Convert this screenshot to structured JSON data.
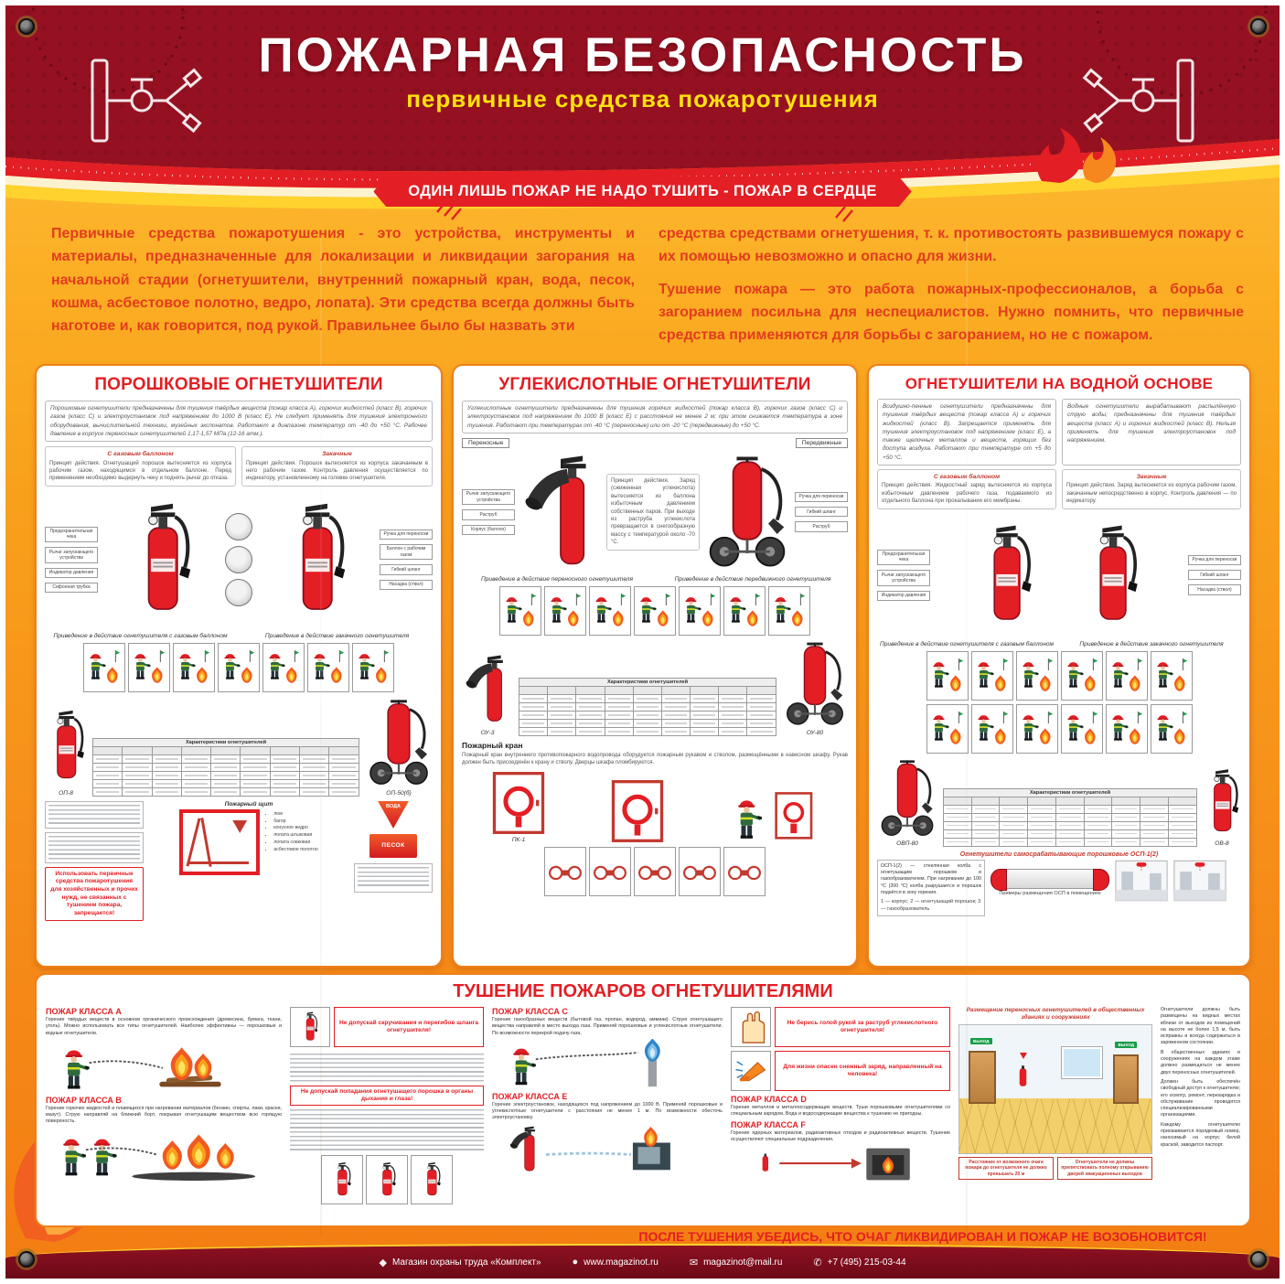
{
  "header": {
    "title": "ПОЖАРНАЯ БЕЗОПАСНОСТЬ",
    "subtitle": "первичные средства пожаротушения",
    "ribbon": "ОДИН ЛИШЬ ПОЖАР НЕ НАДО ТУШИТЬ - ПОЖАР В СЕРДЦЕ"
  },
  "intro": {
    "left": "Первичные средства пожаротушения - это устройства, инструменты и материалы, предназначенные для локализации и ликвидации загорания на начальной стадии (огнетушители, внутренний пожарный кран, вода, песок, кошма, асбестовое полотно, ведро, лопата).  Эти средства всегда должны быть наготове и, как говорится, под рукой. Правильнее было бы назвать эти",
    "right1": "средства средствами огнетушения, т. к. противостоять развившемуся пожару с их помощью невозможно и опасно для жизни.",
    "right2": "Тушение пожара — это работа пожарных-профессионалов, а борьба с загоранием посильна для неспециалистов. Нужно помнить, что первичные средства применяются для борьбы с загоранием, но не с пожаром."
  },
  "powder": {
    "title": "ПОРОШКОВЫЕ ОГНЕТУШИТЕЛИ",
    "intro": "Порошковые огнетушители предназначены для тушения твёрдых веществ (пожар класса А), горючих жидкостей (класс В), горючих газов (класс С) и электроустановок под напряжением до 1000 В (класс Е). Не следует применять для тушения электронного оборудования, вычислительной техники, музейных экспонатов. Работают в диапазоне температур от -40 до +50 °С. Рабочее давление в корпусе переносных огнетушителей 1,17-1,57 МПа (12-16 атм.).",
    "type_left": "С газовым баллоном",
    "type_right": "Закачные",
    "sub_left": "Принцип действия. Огнетушащий порошок вытесняется из корпуса рабочим газом, находящимся в отдельном баллоне. Перед применением необходимо выдернуть чеку и поднять рычаг до отказа.",
    "sub_right": "Принцип действия. Порошок вытесняется из корпуса закачанным в него рабочим газом. Контроль давления осуществляется по индикатору, установленному на головке огнетушителя.",
    "caption_left": "Приведение в действие огнетушителя с газовым баллоном",
    "caption_right": "Приведение в действие закачного огнетушителя",
    "model_left": "ОП-8",
    "model_right": "ОП-50(б)",
    "shield_title": "Пожарный щит",
    "shield_items": [
      "лом",
      "багор",
      "конусное ведро",
      "лопата штыковая",
      "лопата совковая",
      "асбестовое полотно"
    ],
    "water_label": "ВОДА",
    "sand_label": "ПЕСОК",
    "forbid": "Использовать первичные средства пожаротушения для хозяйственных и прочих нужд, не связанных с тушением пожара, запрещается!"
  },
  "co2": {
    "title": "УГЛЕКИСЛОТНЫЕ ОГНЕТУШИТЕЛИ",
    "intro": "Углекислотные огнетушители предназначены для тушения горючих жидкостей (пожар класса В), горючих газов (класс С) и электроустановок под напряжением до 1000 В (класс Е) с расстояния не менее 2 м; при этом снижается температура в зоне тушения. Работают при температурах от -40 °С (переносные) или от -20 °С (передвижные) до +50 °С.",
    "sub": "Принцип действия. Заряд (сжиженная углекислота) вытесняется из баллона избыточным давлением собственных паров. При выходе из раструба углекислота превращается в снегообразную массу с температурой около -70 °С.",
    "label_portable": "Переносные",
    "label_mobile": "Передвижные",
    "caption_left": "Приведение в действие переносного огнетушителя",
    "caption_right": "Приведение в действие передвижного огнетушителя",
    "model_left": "ОУ-3",
    "model_right": "ОУ-80",
    "crane_title": "Пожарный кран",
    "crane_text": "Пожарный кран внутреннего противопожарного водопровода оборудуется пожарным рукавом и стволом, размещёнными в навесном шкафу. Рукав должен быть присоединён к крану и стволу. Дверцы шкафа пломбируются.",
    "cabinet_label": "ПК-1"
  },
  "water": {
    "title": "ОГНЕТУШИТЕЛИ НА ВОДНОЙ ОСНОВЕ",
    "intro_left": "Воздушно-пенные огнетушители предназначены для тушения твёрдых веществ (пожар класса А) и горючих жидкостей (класс В). Запрещается применять для тушения электроустановок под напряжением (класс Е), а также щелочных металлов и веществ, горящих без доступа воздуха. Работают при температуре от +5 до +50 °С.",
    "intro_right": "Водные огнетушители вырабатывают распылённую струю воды; предназначены для тушения твёрдых веществ (класс А) и горючих жидкостей (класс В). Нельзя применять для тушения электроустановок под напряжением.",
    "type_left": "С газовым баллоном",
    "type_right": "Закачные",
    "sub_left": "Принцип действия. Жидкостный заряд вытесняется из корпуса избыточным давлением рабочего газа, подаваемого из отдельного баллона при прокалывании его мембраны.",
    "sub_right": "Принцип действия. Заряд вытесняется из корпуса рабочим газом, закачанным непосредственно в корпус. Контроль давления — по индикатору.",
    "caption_main": "Приведение в действие огнетушителя с газовым баллоном",
    "caption_right": "Приведение в действие закачного огнетушителя",
    "model_left": "ОВП-80",
    "model_right": "ОВ-8",
    "osp_title": "Огнетушители самосрабатывающие порошковые ОСП-1(2)",
    "osp_text": "ОСП-1(2) — стеклянная колба с огнетушащим порошком и газообразователем. При нагревании до 100 °С (200 °С) колба разрушается и порошок подаётся в зону горения.",
    "osp_legend": "1 — корпус;  2 — огнетушащий порошок;  3 — газообразователь",
    "osp_caption": "Примеры размещения ОСП в помещениях"
  },
  "tables": {
    "header": "Характеристики огнетушителей"
  },
  "callouts": {
    "c1": "Рычаг запускающего устройства",
    "c2": "Ручка для переноски",
    "c3": "Предохранительная чека",
    "c4": "Сифонная трубка",
    "c5": "Корпус (баллон)",
    "c6": "Гибкий шланг",
    "c7": "Насадка (ствол)",
    "c8": "Индикатор давления",
    "c9": "Раструб",
    "c10": "Баллон с рабочим газом"
  },
  "bottom": {
    "title": "ТУШЕНИЕ ПОЖАРОВ ОГНЕТУШИТЕЛЯМИ",
    "classes": [
      {
        "label": "ПОЖАР КЛАССА А",
        "text": "Горение твёрдых веществ в основном органического происхождения (древесина, бумага, ткани, уголь). Можно использовать все типы огнетушителей. Наиболее эффективны — порошковые и водные огнетушители."
      },
      {
        "label": "ПОЖАР КЛАССА В",
        "text": "Горение горючих жидкостей и плавящихся при нагревании материалов (бензин, спирты, лаки, краски, мазут). Струю направляй на ближний борт, покрывая огнетушащим веществом всю горящую поверхность."
      },
      {
        "label": "ПОЖАР КЛАССА С",
        "text": "Горение газообразных веществ (бытовой газ, пропан, водород, аммиак). Струю огнетушащего вещества направляй в место выхода газа. Применяй порошковые и углекислотные огнетушители. По возможности перекрой подачу газа."
      },
      {
        "label": "ПОЖАР КЛАССА Е",
        "text": "Горение электроустановок, находящихся под напряжением до 1000 В. Применяй порошковые и углекислотные огнетушители с расстояния не менее 1 м. По возможности обесточь электроустановку."
      },
      {
        "label": "ПОЖАР КЛАССА D",
        "text": "Горение металлов и металлосодержащих веществ. Туши порошковыми огнетушителями со специальным зарядом. Вода и водосодержащие вещества к тушению не пригодны."
      },
      {
        "label": "ПОЖАР КЛАССА F",
        "text": "Горение ядерных материалов, радиоактивных отходов и радиоактивных веществ. Тушение осуществляют специальные подразделения."
      }
    ],
    "warnings": [
      "Не допускай скручивания и перегибов шланга огнетушителя!",
      "Не допускай попадания огнетушащего порошка в органы дыхания и глаза!",
      "Не берись голой рукой за раструб углекислотного огнетушителя!",
      "Для жизни опасен снежный заряд, направленный на человека!"
    ],
    "placement_title": "Размещение переносных огнетушителей в общественных зданиях и сооружениях",
    "placement_exit": "ВЫХОД",
    "placement_note_left": "Расстояние от возможного очага пожара до огнетушителя не должно превышать 20 м",
    "placement_note_right": "Огнетушители не должны препятствовать полному открыванию дверей эвакуационных выходов",
    "placement_text1": "Огнетушители должны быть размещены на видных местах вблизи от выходов из помещений на высоте не более 1,5 м, быть исправны и всегда содержаться в заряженном состоянии.",
    "placement_text2": "В общественных зданиях и сооружениях на каждом этаже должно размещаться не менее двух переносных огнетушителей.",
    "placement_text3": "Должен быть обеспечён свободный доступ к огнетушителю; его осмотр, ремонт, перезарядка и обслуживание проводятся специализированными организациями.",
    "placement_text4": "Каждому огнетушителю присваивается порядковый номер, наносимый на корпус белой краской, заводится паспорт.",
    "final": "ПОСЛЕ ТУШЕНИЯ УБЕДИСЬ, ЧТО ОЧАГ ЛИКВИДИРОВАН И ПОЖАР НЕ ВОЗОБНОВИТСЯ!"
  },
  "footer": {
    "brand": "Магазин охраны труда «Комплект»",
    "site": "www.magazinot.ru",
    "email": "magazinot@mail.ru",
    "phone": "+7 (495) 215-03-44"
  }
}
